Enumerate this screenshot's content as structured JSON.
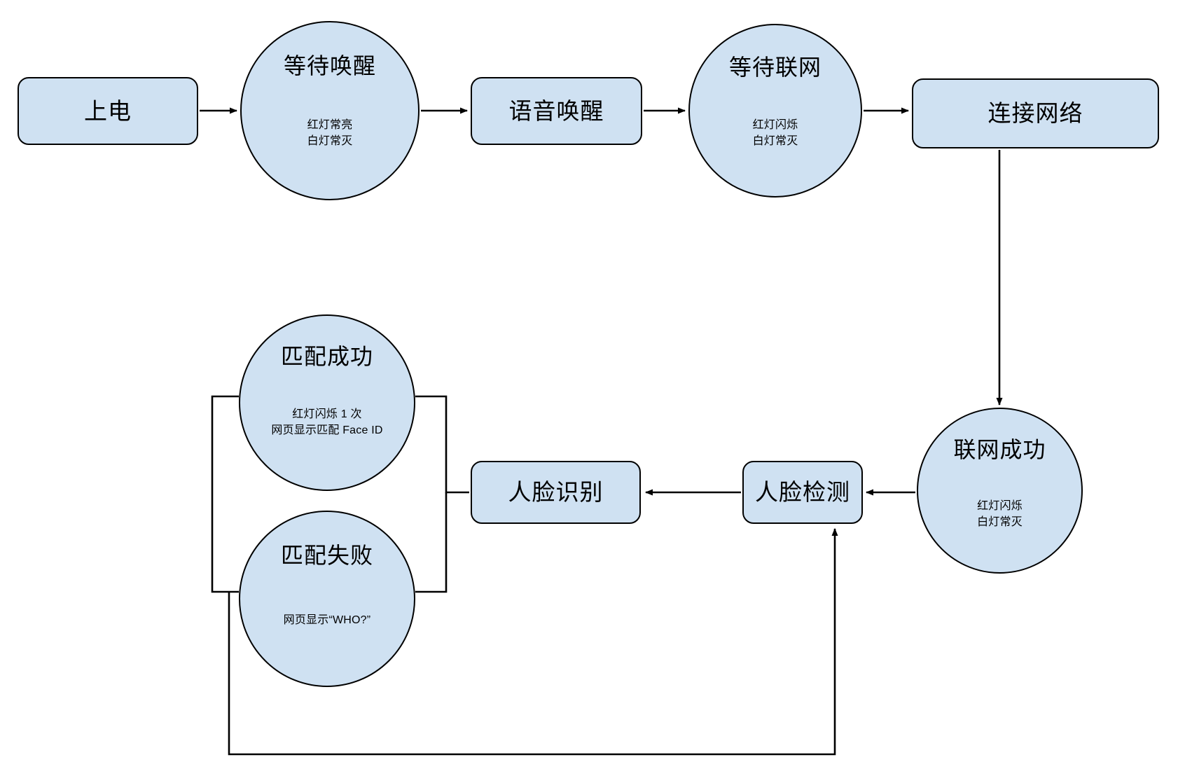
{
  "diagram": {
    "type": "flowchart",
    "title": "",
    "style": {
      "node_fill": "#cfe1f2",
      "node_stroke": "#000000",
      "edge_color": "#000000",
      "background": "#ffffff"
    },
    "nodes": [
      {
        "id": "power",
        "shape": "rounded-rect",
        "title": "上电",
        "sub": ""
      },
      {
        "id": "wait_wake",
        "shape": "circle",
        "title": "等待唤醒",
        "sub": "红灯常亮\n白灯常灭"
      },
      {
        "id": "voice_wake",
        "shape": "rounded-rect",
        "title": "语音唤醒",
        "sub": ""
      },
      {
        "id": "wait_net",
        "shape": "circle",
        "title": "等待联网",
        "sub": "红灯闪烁\n白灯常灭"
      },
      {
        "id": "connect_net",
        "shape": "rounded-rect",
        "title": "连接网络",
        "sub": ""
      },
      {
        "id": "net_ok",
        "shape": "circle",
        "title": "联网成功",
        "sub": "红灯闪烁\n白灯常灭"
      },
      {
        "id": "face_detect",
        "shape": "rounded-rect",
        "title": "人脸检测",
        "sub": ""
      },
      {
        "id": "face_recognize",
        "shape": "rounded-rect",
        "title": "人脸识别",
        "sub": ""
      },
      {
        "id": "match_ok",
        "shape": "circle",
        "title": "匹配成功",
        "sub": "红灯闪烁 1 次\n网页显示匹配 Face ID"
      },
      {
        "id": "match_fail",
        "shape": "circle",
        "title": "匹配失败",
        "sub": "网页显示“WHO?”"
      }
    ],
    "edges": [
      {
        "from": "power",
        "to": "wait_wake",
        "label": "",
        "arrow": true
      },
      {
        "from": "wait_wake",
        "to": "voice_wake",
        "label": "",
        "arrow": true
      },
      {
        "from": "voice_wake",
        "to": "wait_net",
        "label": "",
        "arrow": true
      },
      {
        "from": "wait_net",
        "to": "connect_net",
        "label": "",
        "arrow": true
      },
      {
        "from": "connect_net",
        "to": "net_ok",
        "label": "",
        "arrow": true
      },
      {
        "from": "net_ok",
        "to": "face_detect",
        "label": "",
        "arrow": true
      },
      {
        "from": "face_detect",
        "to": "face_recognize",
        "label": "",
        "arrow": true
      },
      {
        "from": "face_recognize",
        "to": "match_ok",
        "label": "",
        "arrow": false
      },
      {
        "from": "face_recognize",
        "to": "match_fail",
        "label": "",
        "arrow": false
      },
      {
        "from": "match_fail",
        "to": "face_detect",
        "label": "",
        "arrow": true
      }
    ]
  }
}
